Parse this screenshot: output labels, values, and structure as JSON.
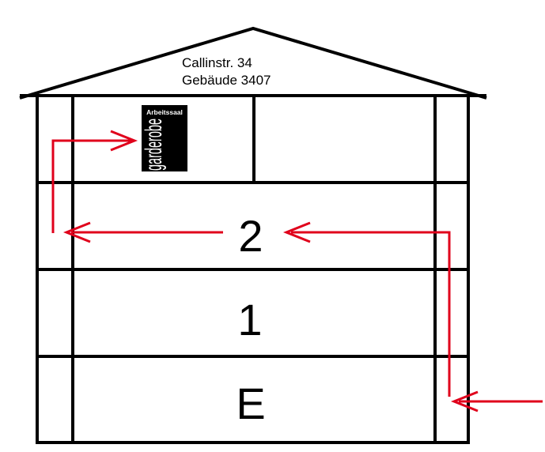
{
  "building": {
    "street": "Callinstr. 34",
    "building_number": "Gebäude 3407"
  },
  "logo": {
    "top_text": "Arbeitssaal",
    "main_text": "garderobe"
  },
  "floors": [
    {
      "label": "2"
    },
    {
      "label": "1"
    },
    {
      "label": "E"
    }
  ],
  "colors": {
    "route_arrow": "#e0001b",
    "outline": "#000000",
    "logo_background": "#000000"
  }
}
